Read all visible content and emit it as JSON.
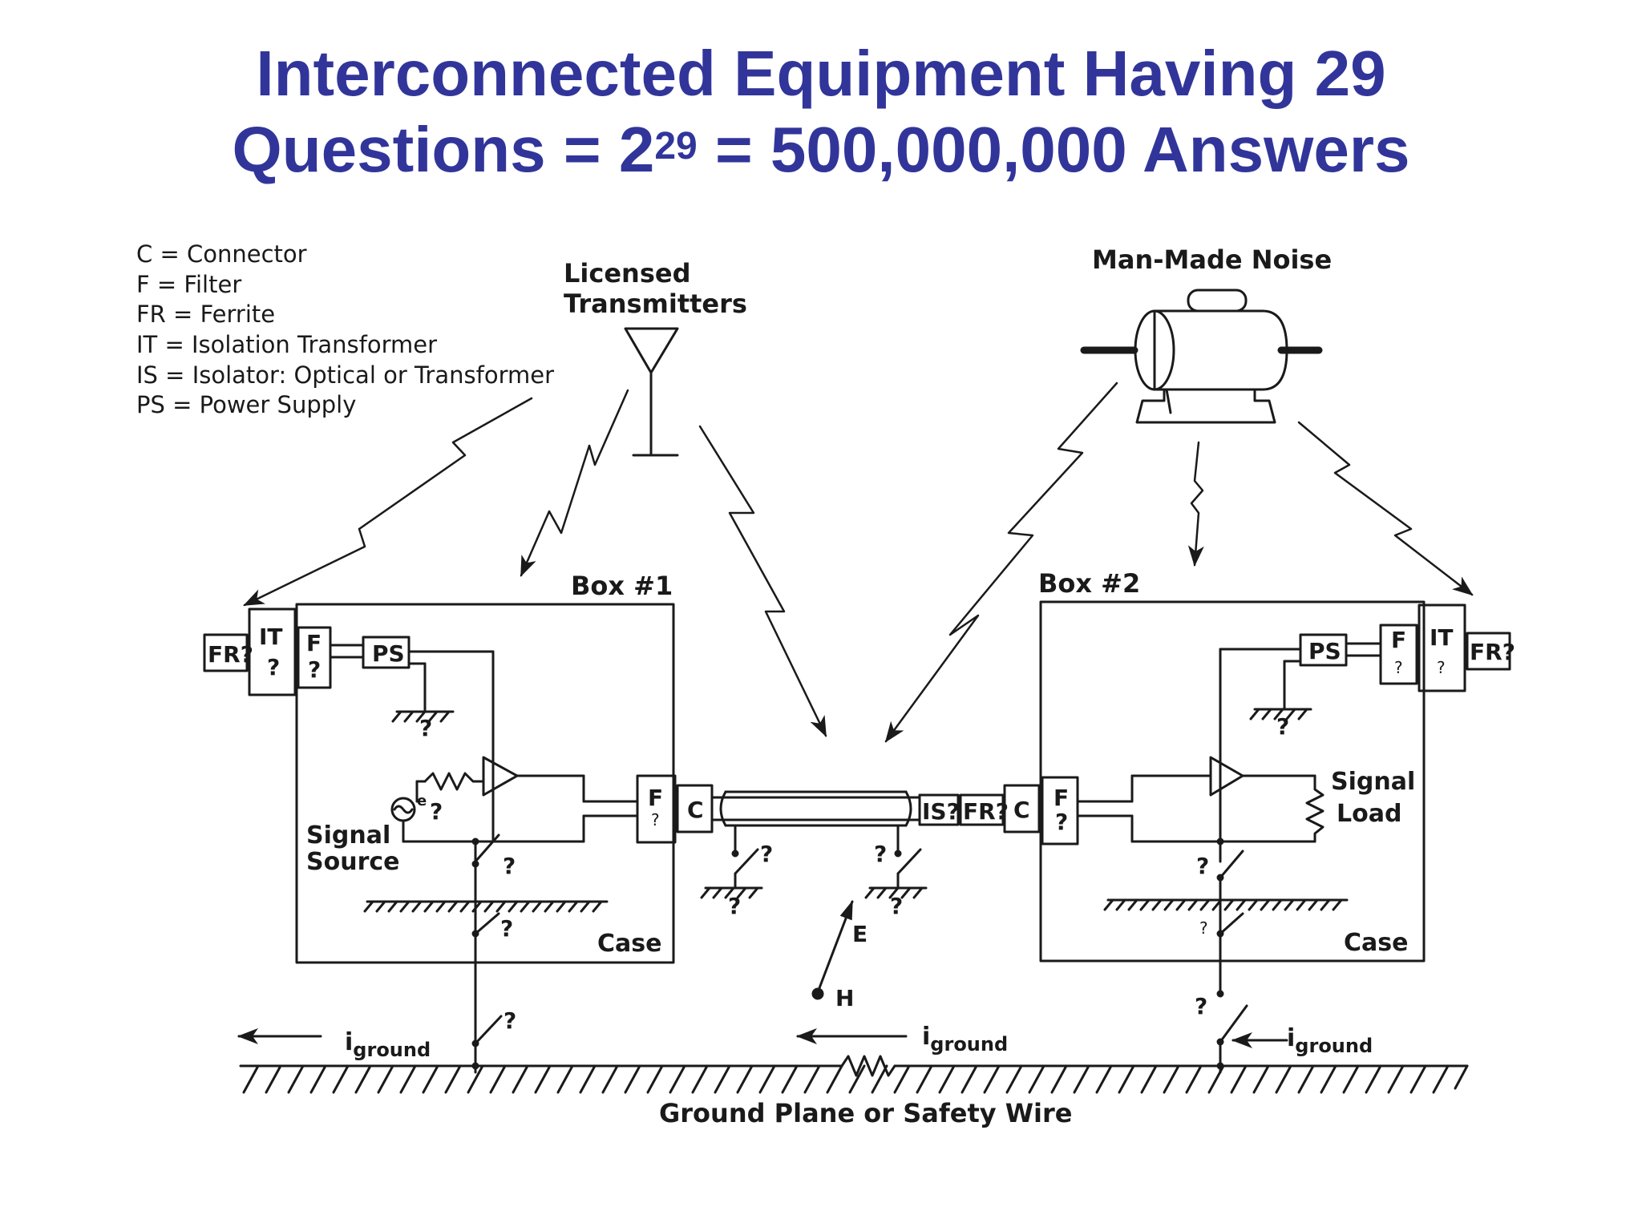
{
  "title": {
    "line1": "Interconnected Equipment Having 29",
    "line2_pre": "Questions = 2",
    "line2_sup": "29",
    "line2_post": " = 500,000,000 Answers"
  },
  "legend": [
    "C = Connector",
    "F = Filter",
    "FR = Ferrite",
    "IT = Isolation Transformer",
    "IS = Isolator: Optical or Transformer",
    "PS = Power Supply"
  ],
  "sources": {
    "licensed": [
      "Licensed",
      "Transmitters"
    ],
    "noise": "Man-Made Noise"
  },
  "box1": {
    "title": "Box #1",
    "case": "Case",
    "source": [
      "Signal",
      "Source"
    ],
    "e": "e"
  },
  "box2": {
    "title": "Box #2",
    "case": "Case",
    "load": [
      "Signal",
      "Load"
    ]
  },
  "components": {
    "fr": "FR?",
    "it": "IT",
    "f": "F",
    "ps": "PS",
    "c": "C",
    "is": "IS?",
    "q": "?"
  },
  "field": {
    "e": "E",
    "h": "H"
  },
  "ground": {
    "i": "i",
    "sub": "ground",
    "plane": "Ground Plane or Safety Wire"
  },
  "colors": {
    "title": "#31359a",
    "ink": "#1a1a1a"
  }
}
